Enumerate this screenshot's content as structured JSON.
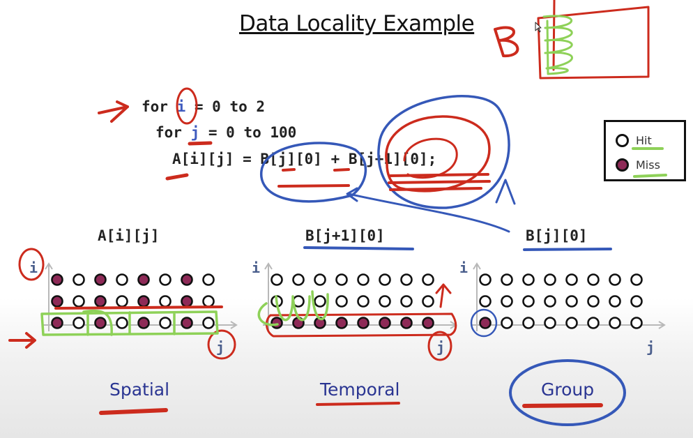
{
  "title": "Data Locality Example",
  "code": {
    "line1": {
      "kw": "for ",
      "var": "i",
      "rest": " = 0 to 2"
    },
    "line2": {
      "kw": "for ",
      "var": "j",
      "rest": " = 0 to 100"
    },
    "line3": "A[i][j] = B[j][0] + B[j+1][0];"
  },
  "legend": {
    "hit": {
      "label": "Hit",
      "color": "#ffffff"
    },
    "miss": {
      "label": "Miss",
      "color": "#8e2a57"
    }
  },
  "grids": [
    {
      "id": "A",
      "label": "A[i][j]",
      "y_axis": "i",
      "x_axis": "j",
      "caption": "Spatial",
      "rows": [
        [
          "miss",
          "hit",
          "miss",
          "hit",
          "miss",
          "hit",
          "miss",
          "hit"
        ],
        [
          "miss",
          "hit",
          "miss",
          "hit",
          "miss",
          "hit",
          "miss",
          "hit"
        ],
        [
          "miss",
          "hit",
          "miss",
          "hit",
          "miss",
          "hit",
          "miss",
          "hit"
        ]
      ]
    },
    {
      "id": "Bj1",
      "label": "B[j+1][0]",
      "y_axis": "i",
      "x_axis": "j",
      "caption": "Temporal",
      "rows": [
        [
          "hit",
          "hit",
          "hit",
          "hit",
          "hit",
          "hit",
          "hit",
          "hit"
        ],
        [
          "hit",
          "hit",
          "hit",
          "hit",
          "hit",
          "hit",
          "hit",
          "hit"
        ],
        [
          "miss",
          "miss",
          "miss",
          "miss",
          "miss",
          "miss",
          "miss",
          "miss"
        ]
      ]
    },
    {
      "id": "Bj0",
      "label": "B[j][0]",
      "y_axis": "i",
      "x_axis": "j",
      "caption": "Group",
      "rows": [
        [
          "hit",
          "hit",
          "hit",
          "hit",
          "hit",
          "hit",
          "hit",
          "hit"
        ],
        [
          "hit",
          "hit",
          "hit",
          "hit",
          "hit",
          "hit",
          "hit",
          "hit"
        ],
        [
          "miss",
          "hit",
          "hit",
          "hit",
          "hit",
          "hit",
          "hit",
          "hit"
        ]
      ]
    }
  ],
  "annotation_B": "B",
  "colors": {
    "miss": "#8e2a57",
    "hit": "#ffffff",
    "ink_red": "#cc2b1d",
    "ink_blue": "#3558b8",
    "ink_green": "#8ed158"
  }
}
